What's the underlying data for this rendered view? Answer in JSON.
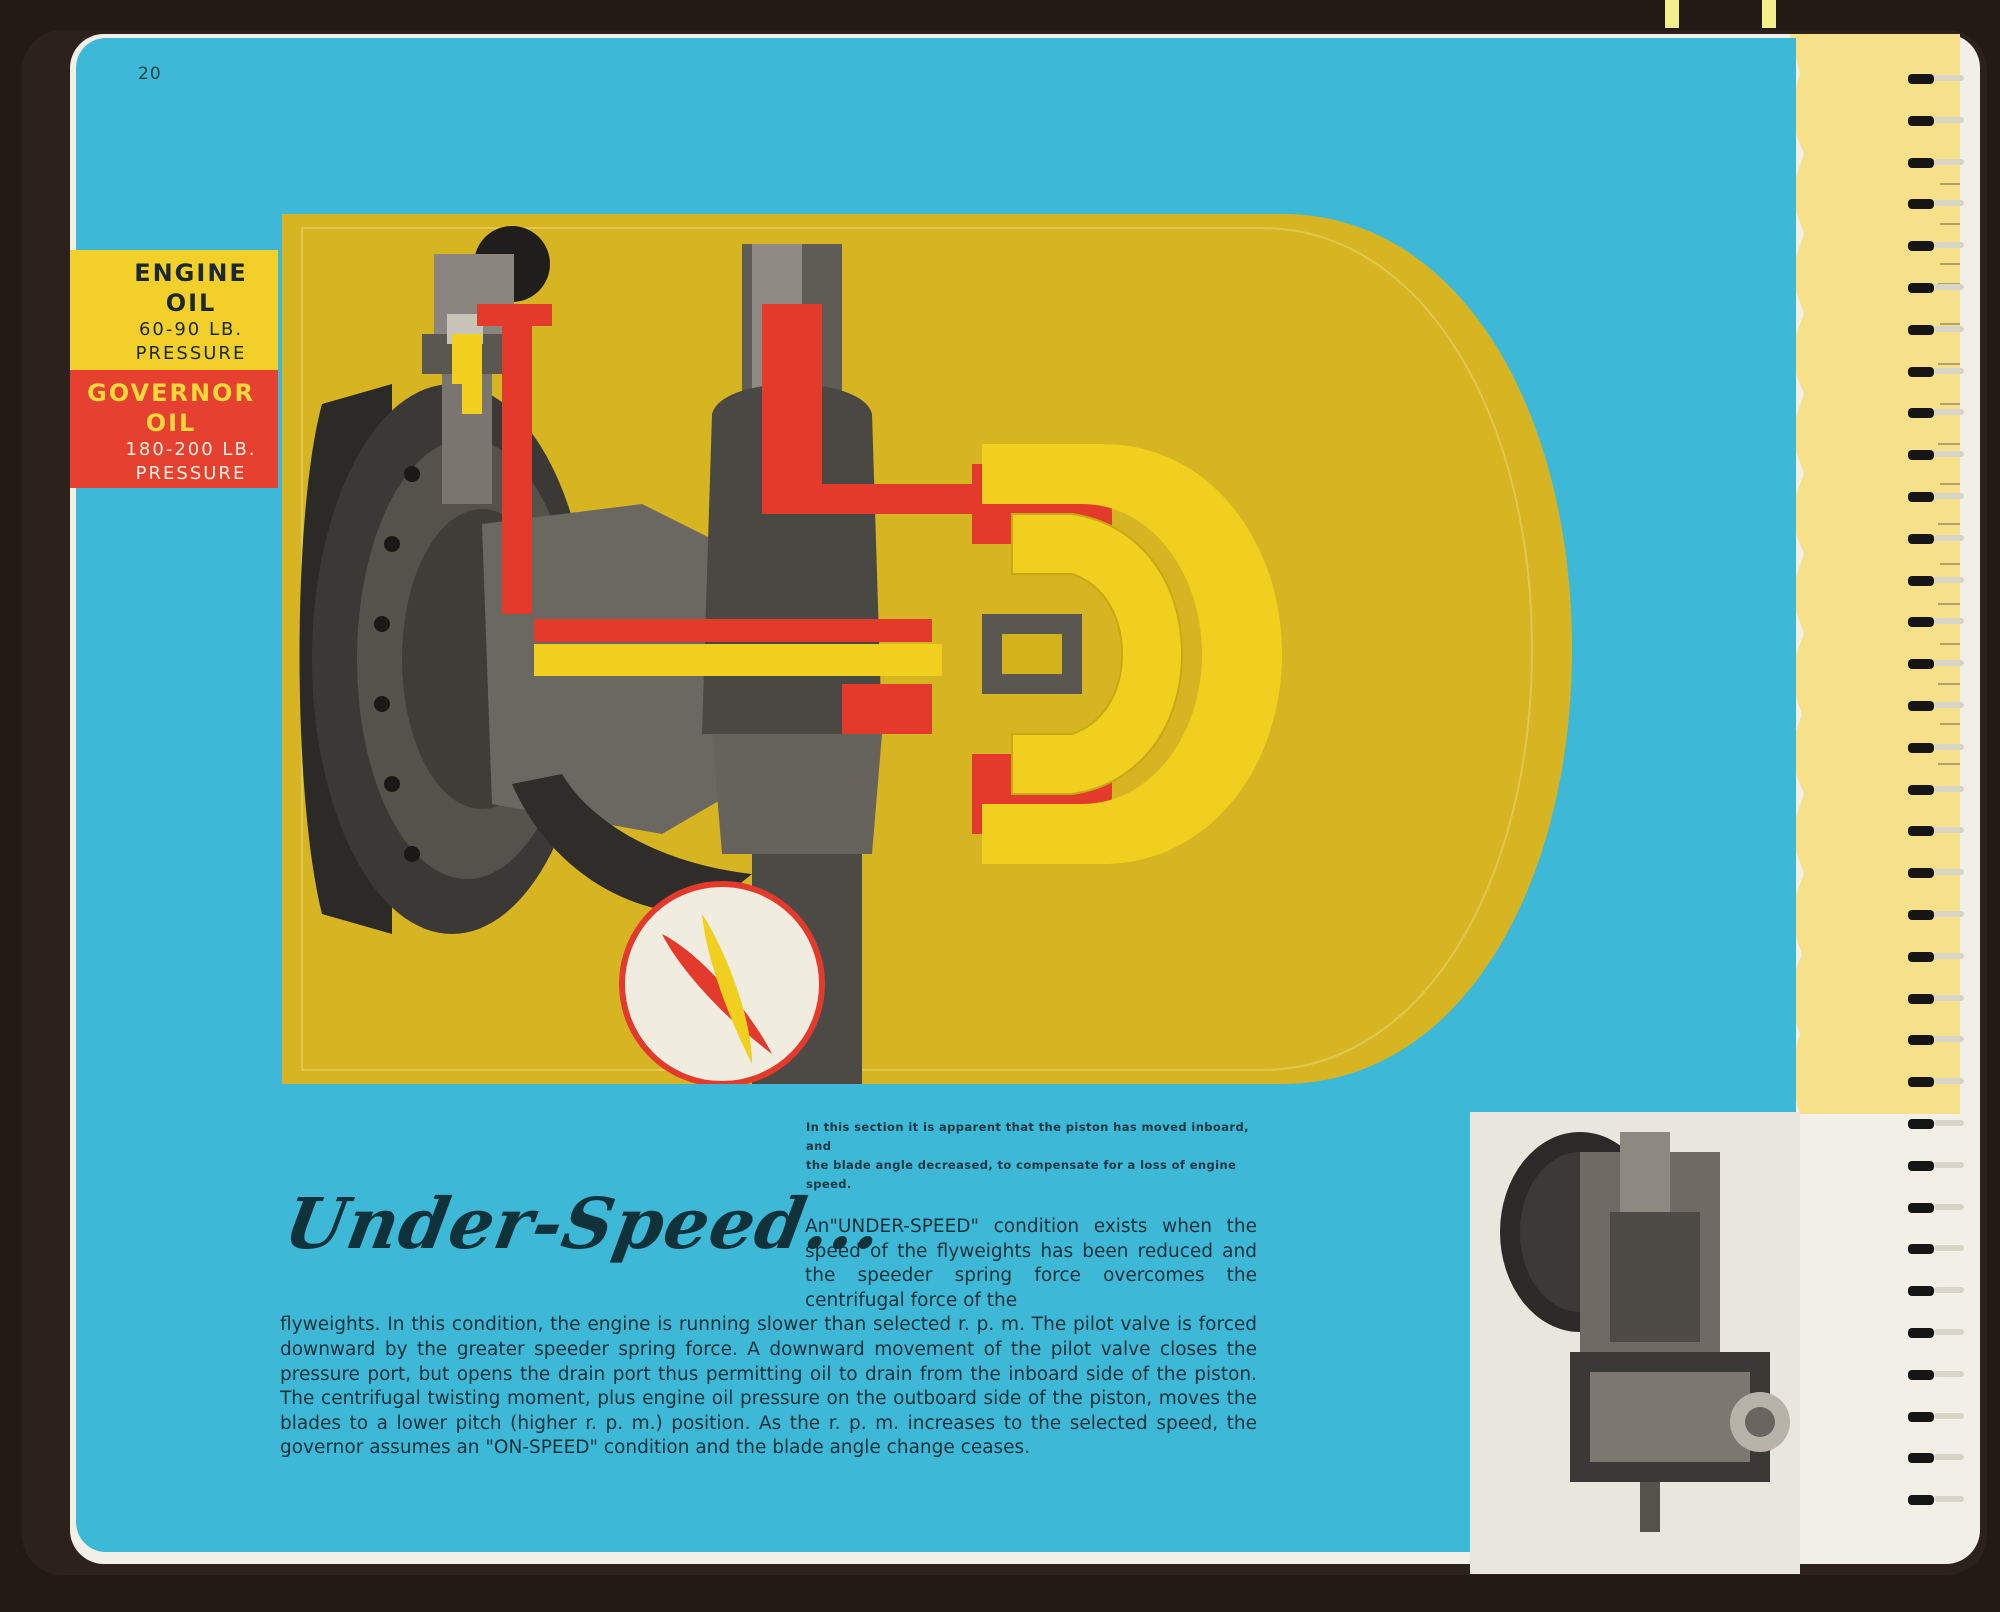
{
  "page": {
    "number": "20"
  },
  "legend": {
    "engine_oil": {
      "title": "ENGINE OIL",
      "line1": "60-90 LB.",
      "line2": "PRESSURE"
    },
    "governor_oil": {
      "title": "GOVERNOR OIL",
      "line1": "180-200 LB.",
      "line2": "PRESSURE"
    }
  },
  "colors": {
    "page_blue": "#3db8d6",
    "engine_oil_yellow": "#f3cf2a",
    "governor_oil_red": "#e64030",
    "diagram_background": "#d7b522",
    "tab_yellow": "#f6e08a"
  },
  "caption": {
    "line1": "In this section it is apparent that the piston has moved inboard, and",
    "line2": "the blade angle decreased, to compensate for a loss of engine speed."
  },
  "article": {
    "heading": "Under-Speed...",
    "paragraph_lead": "An\"UNDER-SPEED\" condition exists when the speed of the flyweights has been reduced and the speeder spring force overcomes the centrifugal force of the",
    "paragraph_rest": "flyweights. In this condition, the engine is running slower than selected r. p. m. The pilot valve is forced downward by the greater speeder spring force. A downward movement of the pilot valve closes the pressure port, but opens the drain port thus permitting oil to drain from the inboard side of the piston. The centrifugal twisting moment, plus engine oil pressure on the outboard side of the piston, moves the blades to a lower pitch (higher r. p. m.) position. As the r. p. m. increases to the selected speed, the governor assumes an \"ON-SPEED\" condition and the blade angle change ceases."
  },
  "icons": {
    "blade_angle": "blade-angle-indicator-icon",
    "governor_photo": "governor-cutaway-photo"
  }
}
